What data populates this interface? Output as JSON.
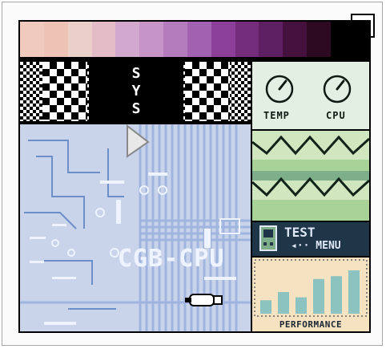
{
  "window": {
    "close_label": "×"
  },
  "palette": {
    "colors": [
      "#f0cbbd",
      "#edc3b5",
      "#ead0c9",
      "#e3bcc8",
      "#d3a8cf",
      "#c694c7",
      "#b57cbd",
      "#a362b1",
      "#8c3f98",
      "#742d7a",
      "#5e1f63",
      "#45113f",
      "#2d0a22"
    ]
  },
  "banner": {
    "letters": [
      "S",
      "Y",
      "S"
    ]
  },
  "board": {
    "label": "CGB-CPU"
  },
  "gauges": {
    "left_label": "TEMP",
    "right_label": "CPU"
  },
  "menu": {
    "title": "TEST",
    "subtitle": "◂·· MENU"
  },
  "performance": {
    "caption": "PERFORMANCE",
    "bars": [
      0.28,
      0.45,
      0.34,
      0.72,
      0.78,
      0.9
    ]
  },
  "colors": {
    "board": "#c9d4ea",
    "trace": "#9fb4df",
    "trace_dark": "#6c8fc9",
    "gauge_bg": "#e4efe4",
    "wave_light": "#cfe6bf",
    "wave_dark": "#7fae8a",
    "menu_bg": "#1f3548",
    "perf_bg": "#f5e2c0",
    "perf_bar": "#8cc3c0"
  }
}
